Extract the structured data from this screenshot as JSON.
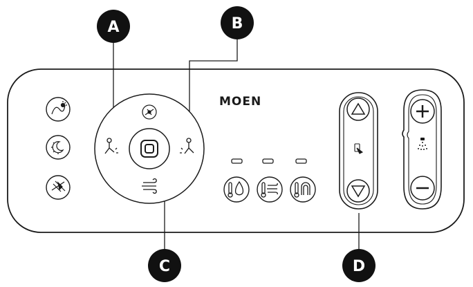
{
  "brand": {
    "name": "MOEN"
  },
  "callouts": [
    {
      "id": "A",
      "label": "A"
    },
    {
      "id": "B",
      "label": "B"
    },
    {
      "id": "C",
      "label": "C"
    },
    {
      "id": "D",
      "label": "D"
    }
  ],
  "left_buttons": [
    {
      "icon": "seat-warmer-icon"
    },
    {
      "icon": "night-light-icon"
    },
    {
      "icon": "auto-flush-icon"
    }
  ],
  "center_dial": {
    "top_icon": "nozzle-clean-icon",
    "left_icon": "rear-wash-icon",
    "right_icon": "front-wash-icon",
    "bottom_icon": "dryer-icon",
    "center_icon": "stop-button-icon"
  },
  "bottom_buttons": [
    {
      "icon": "water-temperature-icon"
    },
    {
      "icon": "dryer-temperature-icon"
    },
    {
      "icon": "seat-temperature-icon"
    }
  ],
  "nozzle_rocker": {
    "up_icon": "up-arrow-icon",
    "down_icon": "down-arrow-icon",
    "mid_icon": "nozzle-position-icon"
  },
  "pressure_rocker": {
    "plus_icon": "plus-icon",
    "minus_icon": "minus-icon",
    "mid_icon": "spray-icon"
  },
  "colors": {
    "line": "#1a1a1a",
    "callout": "#111111"
  }
}
